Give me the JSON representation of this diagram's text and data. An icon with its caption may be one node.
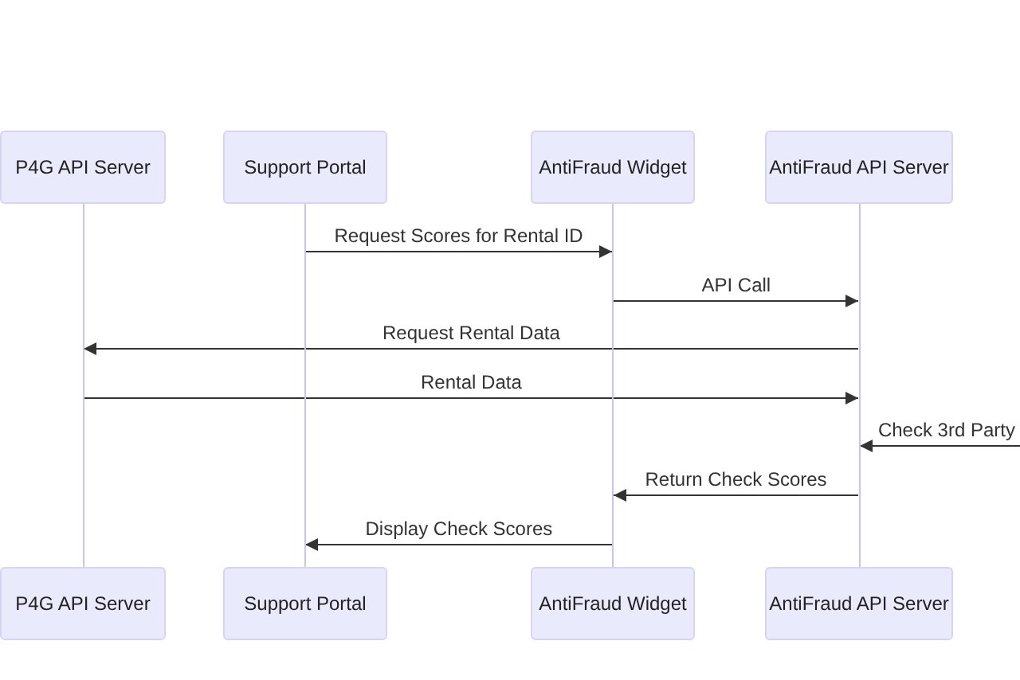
{
  "diagram": {
    "nodes": [
      {
        "text": [
          "P4G API Server"
        ]
      },
      {
        "text": [
          "Support Portal"
        ]
      },
      {
        "text": [
          "AntiFraud Widget"
        ]
      },
      {
        "text": [
          "AntiFraud API Server"
        ]
      },
      {
        "text": [],
        "shape": "bar"
      },
      {
        "text": [],
        "shape": "bar"
      },
      {
        "text": [],
        "shape": "bar"
      },
      {
        "text": [],
        "shape": "bar"
      },
      {
        "text": [
          "P4G API Server"
        ]
      },
      {
        "text": [
          "Support Portal"
        ]
      },
      {
        "text": [
          "AntiFraud Widget"
        ]
      },
      {
        "text": [
          "AntiFraud API Server"
        ]
      }
    ],
    "edges": [
      {
        "from": 5,
        "to": 6,
        "arrow": "to",
        "label": "Request Scores for Rental ID"
      },
      {
        "from": 6,
        "to": 7,
        "arrow": "to",
        "label": "API Call"
      },
      {
        "from": 7,
        "to": 4,
        "arrow": "to",
        "label": "Request Rental Data"
      },
      {
        "from": 4,
        "to": 7,
        "arrow": "to",
        "label": "Rental Data"
      },
      {
        "from": null,
        "to": 7,
        "arrow": "to",
        "label": "Check 3rd Party"
      },
      {
        "from": 7,
        "to": 6,
        "arrow": "to",
        "label": "Return Check Scores"
      },
      {
        "from": 6,
        "to": 5,
        "arrow": "to",
        "label": "Display Check Scores"
      }
    ]
  }
}
